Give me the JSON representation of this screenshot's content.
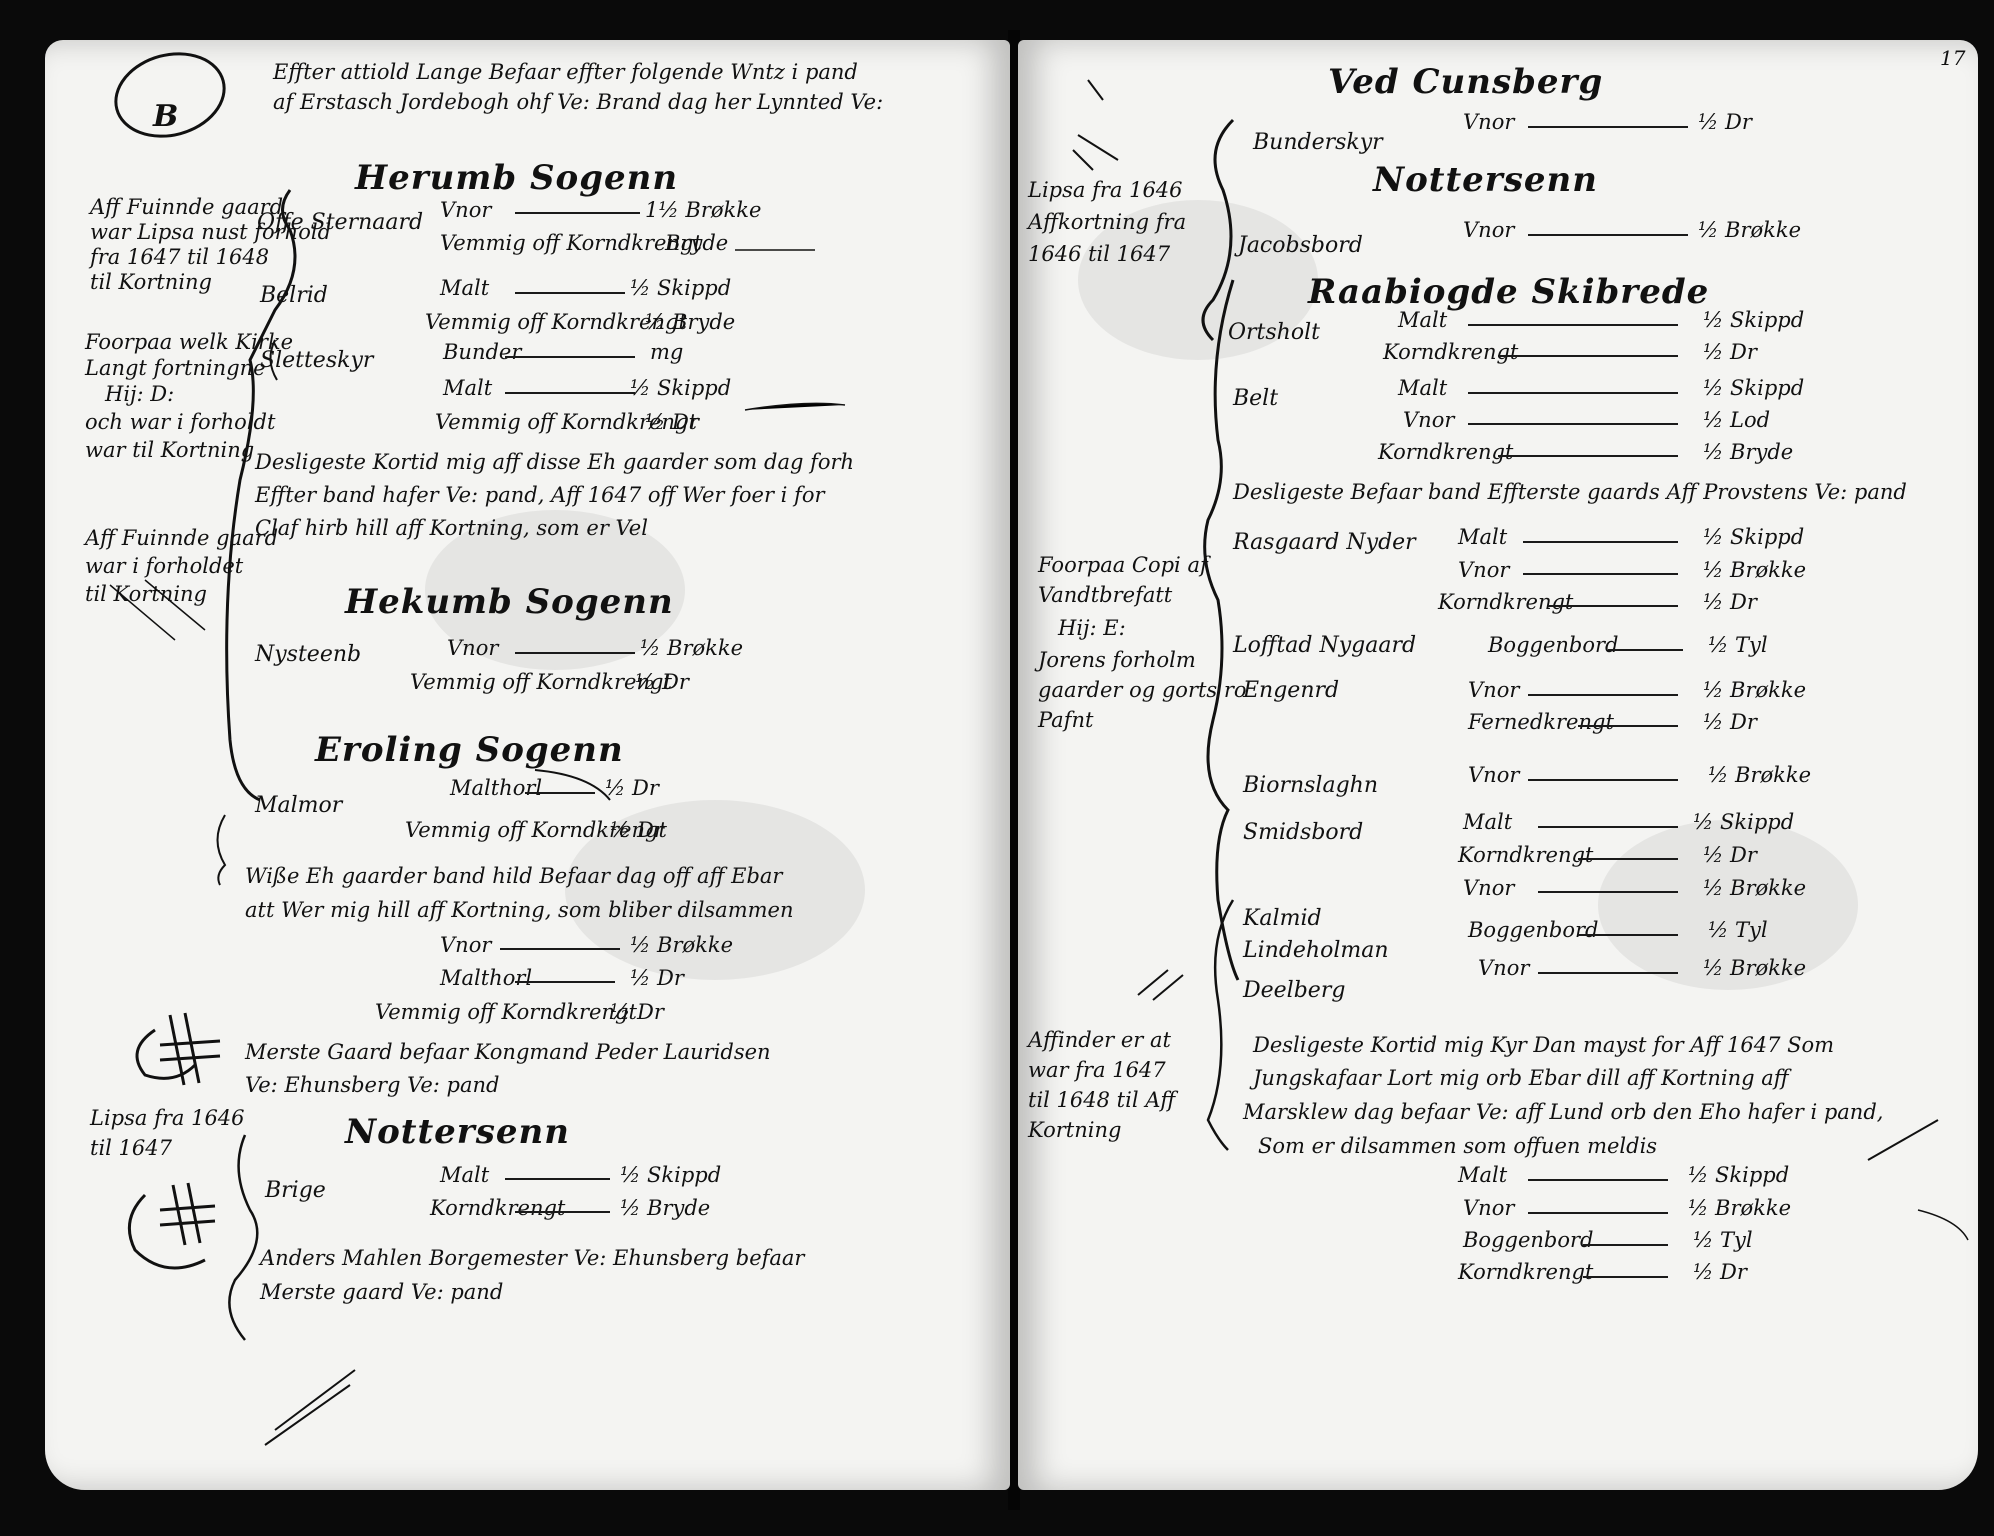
{
  "folio_number": "17",
  "left_page": {
    "marginal_letter": "B",
    "intro": [
      "Effter attiold Lange Befaar effter folgende Wntz i pand",
      "af Erstasch Jordebogh ohf Ve: Brand dag her Lynnted Ve:"
    ],
    "parishes": [
      {
        "heading": "Herumb Sogenn",
        "farms": [
          {
            "name": "Offe Sternaard",
            "items": [
              {
                "label": "Vnor",
                "amount": "1½ Brøkke"
              },
              {
                "label": "Vemmig off Korndkrengt",
                "amount": "Bryde"
              }
            ]
          },
          {
            "name": "Belrid",
            "items": [
              {
                "label": "Malt",
                "amount": "½ Skippd"
              },
              {
                "label": "Vemmig off Korndkrengt",
                "amount": "½ Bryde"
              }
            ]
          },
          {
            "name": "Sletteskyr",
            "items": [
              {
                "label": "Bunder",
                "amount": "mg"
              },
              {
                "label": "Malt",
                "amount": "½ Skippd"
              },
              {
                "label": "Vemmig off Korndkrengt",
                "amount": "½ Dr"
              }
            ]
          }
        ],
        "remark": [
          "Desligeste Kortid mig aff disse Eh gaarder som dag forh",
          "Effter band hafer Ve: pand, Aff 1647 off Wer foer i for",
          "Claf hirb hill aff Kortning, som er Vel"
        ]
      },
      {
        "heading": "Hekumb Sogenn",
        "farms": [
          {
            "name": "Nysteenb",
            "items": [
              {
                "label": "Vnor",
                "amount": "½ Brøkke"
              },
              {
                "label": "Vemmig off Korndkrengt",
                "amount": "½ Dr"
              }
            ]
          }
        ]
      },
      {
        "heading": "Eroling Sogenn",
        "farms": [
          {
            "name": "Malmor",
            "items": [
              {
                "label": "Malthorl",
                "amount": "½ Dr"
              },
              {
                "label": "Vemmig off Korndkrengt",
                "amount": "½ Dr"
              }
            ]
          }
        ],
        "remark": [
          "Wiße Eh gaarder band hild Befaar dag off aff Ebar",
          "att Wer mig hill aff Kortning, som bliber dilsammen"
        ],
        "extra_items": [
          {
            "label": "Vnor",
            "amount": "½ Brøkke"
          },
          {
            "label": "Malthorl",
            "amount": "½ Dr"
          },
          {
            "label": "Vemmig off Korndkrengt",
            "amount": "½ Dr"
          }
        ],
        "remark2": [
          "Merste Gaard befaar Kongmand Peder Lauridsen",
          "Ve: Ehunsberg Ve: pand"
        ]
      },
      {
        "heading": "Nottersenn",
        "farms": [
          {
            "name": "Brige",
            "items": [
              {
                "label": "Malt",
                "amount": "½ Skippd"
              },
              {
                "label": "Korndkrengt",
                "amount": "½ Bryde"
              }
            ]
          }
        ],
        "remark": [
          "Anders Mahlen Borgemester Ve: Ehunsberg befaar",
          "Merste gaard Ve: pand"
        ]
      }
    ],
    "margin_notes": [
      [
        "Aff Fuinnde gaard",
        "war Lipsa nust forhold",
        "fra 1647 til 1648",
        "til Kortning"
      ],
      [
        "Foorpaa welk Kirke",
        "Langt fortningne",
        "Hij: D:",
        "och war i forholdt",
        "war til Kortning"
      ],
      [
        "Aff Fuinnde gaard",
        "war i forholdet",
        "til Kortning"
      ],
      [
        "Lipsa fra 1646",
        "til 1647"
      ]
    ]
  },
  "right_page": {
    "parishes": [
      {
        "heading": "Ved Cunsberg",
        "farms": [
          {
            "name": "Bunderskyr",
            "items": [
              {
                "label": "Vnor",
                "amount": "½ Dr"
              }
            ]
          }
        ]
      },
      {
        "heading": "Nottersenn",
        "farms": [
          {
            "name": "Jacobsbord",
            "items": [
              {
                "label": "Vnor",
                "amount": "½ Brøkke"
              }
            ]
          }
        ]
      },
      {
        "heading": "Raabiogde Skibrede",
        "farms": [
          {
            "name": "Ortsholt",
            "items": [
              {
                "label": "Malt",
                "amount": "½ Skippd"
              },
              {
                "label": "Korndkrengt",
                "amount": "½ Dr"
              }
            ]
          },
          {
            "name": "Belt",
            "items": [
              {
                "label": "Malt",
                "amount": "½ Skippd"
              },
              {
                "label": "Vnor",
                "amount": "½ Lod"
              },
              {
                "label": "Korndkrengt",
                "amount": "½ Bryde"
              }
            ]
          }
        ],
        "remark": [
          "Desligeste Befaar band Effterste gaards Aff Provstens Ve: pand"
        ],
        "farms2": [
          {
            "name": "Rasgaard Nyder",
            "items": [
              {
                "label": "Malt",
                "amount": "½ Skippd"
              },
              {
                "label": "Vnor",
                "amount": "½ Brøkke"
              },
              {
                "label": "Korndkrengt",
                "amount": "½ Dr"
              }
            ]
          },
          {
            "name": "Lofftad Nygaard",
            "items": [
              {
                "label": "Boggenbord",
                "amount": "½ Tyl"
              }
            ]
          },
          {
            "name": "Engenrd",
            "items": [
              {
                "label": "Vnor",
                "amount": "½ Brøkke"
              },
              {
                "label": "Fernedkrengt",
                "amount": "½ Dr"
              }
            ]
          },
          {
            "name": "Biornslaghn",
            "items": [
              {
                "label": "Vnor",
                "amount": "½ Brøkke"
              }
            ]
          },
          {
            "name": "Smidsbord",
            "items": [
              {
                "label": "Malt",
                "amount": "½ Skippd"
              },
              {
                "label": "Korndkrengt",
                "amount": "½ Dr"
              },
              {
                "label": "Vnor",
                "amount": "½ Brøkke"
              }
            ]
          },
          {
            "name": "Kalmid",
            "items": [
              {
                "label": "Boggenbord",
                "amount": "½ Tyl"
              }
            ]
          },
          {
            "name": "Lindeholman",
            "items": [
              {
                "label": "Vnor",
                "amount": "½ Brøkke"
              }
            ]
          },
          {
            "name": "Deelberg",
            "items": []
          }
        ]
      }
    ],
    "closing_remark": [
      "Desligeste Kortid mig Kyr Dan mayst for Aff 1647 Som",
      "Jungskafaar Lort mig orb Ebar dill aff Kortning aff",
      "Marsklew dag befaar Ve: aff Lund orb den Eho hafer i pand,",
      "Som er dilsammen som offuen meldis"
    ],
    "closing_items": [
      {
        "label": "Malt",
        "amount": "½ Skippd"
      },
      {
        "label": "Vnor",
        "amount": "½ Brøkke"
      },
      {
        "label": "Boggenbord",
        "amount": "½ Tyl"
      },
      {
        "label": "Korndkrengt",
        "amount": "½ Dr"
      }
    ],
    "margin_notes": [
      [
        "Lipsa fra 1646",
        "Affkortning fra",
        "1646 til 1647"
      ],
      [
        "Foorpaa Copi af",
        "Vandtbrefatt",
        "Hij: E:",
        "Jorens forholm",
        "gaarder og gorts ro",
        "Pafnt"
      ],
      [
        "Affinder er at",
        "war fra 1647",
        "til 1648 til Aff",
        "Kortning"
      ]
    ]
  }
}
